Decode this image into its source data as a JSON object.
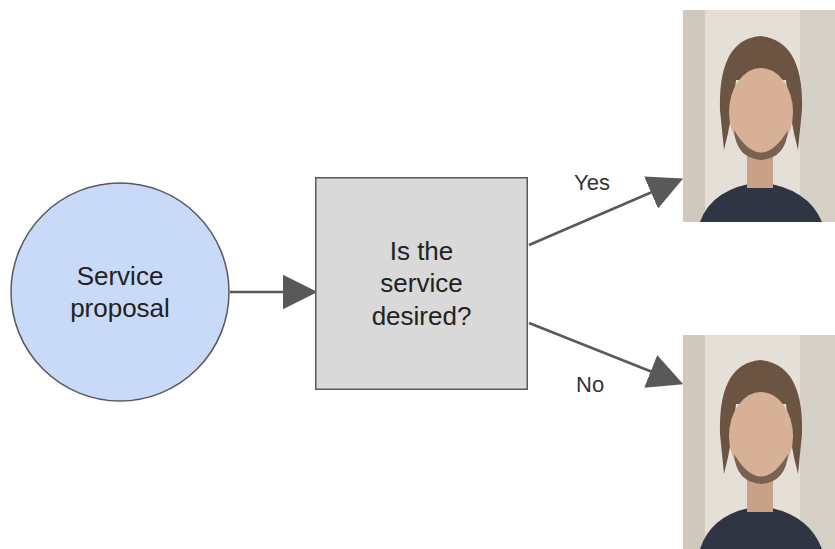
{
  "diagram": {
    "nodes": [
      {
        "text": [
          "Service proposal"
        ]
      },
      {
        "text": [
          "Is the service desired?"
        ]
      }
    ],
    "edges": [
      {
        "from": 0,
        "to": 1,
        "arrow": "to"
      }
    ],
    "labels": [
      "Yes",
      "No"
    ]
  }
}
